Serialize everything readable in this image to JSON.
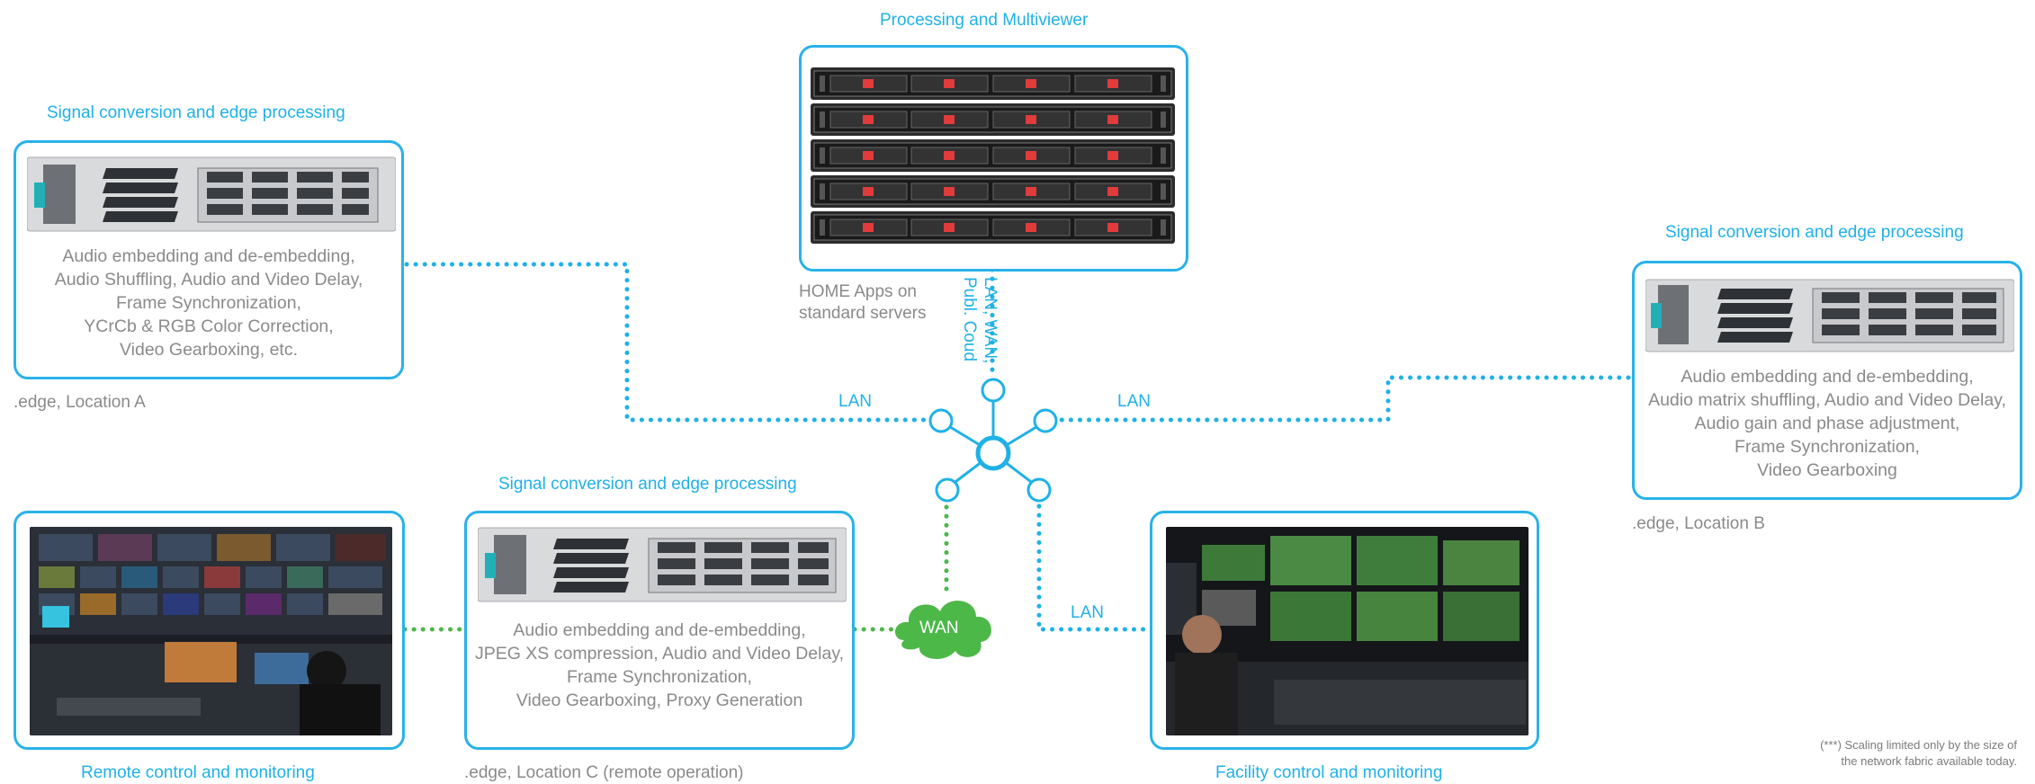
{
  "processing": {
    "title": "Processing and Multiviewer",
    "caption_line1": "HOME Apps on",
    "caption_line2": "standard servers",
    "link_line1": "LAN, WAN,",
    "link_line2": "Publ. Coud"
  },
  "location_a": {
    "title": "Signal conversion and edge processing",
    "desc": [
      "Audio embedding and de-embedding,",
      "Audio Shuffling, Audio and Video Delay,",
      "Frame Synchronization,",
      "YCrCb & RGB Color Correction,",
      "Video Gearboxing, etc."
    ],
    "caption": ".edge, Location A"
  },
  "location_b": {
    "title": "Signal conversion and edge processing",
    "desc": [
      "Audio embedding and de-embedding,",
      "Audio matrix shuffling, Audio and Video Delay,",
      "Audio gain and phase adjustment,",
      "Frame Synchronization,",
      "Video Gearboxing"
    ],
    "caption": ".edge, Location B"
  },
  "location_c": {
    "title": "Signal conversion and edge processing",
    "desc": [
      "Audio embedding and de-embedding,",
      "JPEG XS compression, Audio and Video Delay,",
      "Frame Synchronization,",
      "Video Gearboxing, Proxy Generation"
    ],
    "caption": ".edge, Location C (remote operation)"
  },
  "remote": {
    "title": "Remote control and monitoring"
  },
  "facility": {
    "title": "Facility control and monitoring"
  },
  "links": {
    "lan_left": "LAN",
    "lan_right": "LAN",
    "lan_bottom": "LAN",
    "wan": "WAN"
  },
  "footnote": {
    "line1": "(***) Scaling limited only by the size of",
    "line2": "the network fabric available today."
  },
  "colors": {
    "accent": "#29b2e8",
    "wan_green": "#4cb848",
    "text_gray": "#8a8a8a"
  }
}
